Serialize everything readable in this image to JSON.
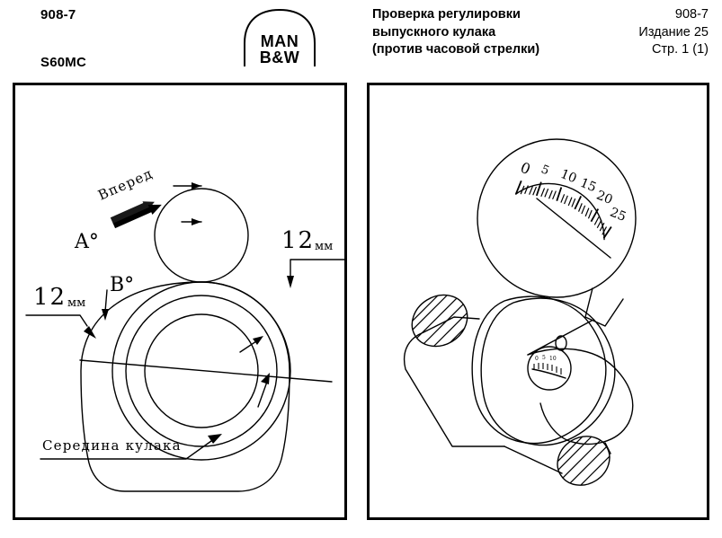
{
  "header": {
    "doc_number_left": "908-7",
    "engine_model": "S60MC",
    "logo": {
      "line1": "MAN",
      "line2": "B&W",
      "name": "man-bw-logo"
    },
    "title_lines": [
      "Проверка регулировки",
      "выпускного кулака",
      "(против часовой стрелки)"
    ],
    "meta_lines": [
      "908-7",
      "Издание 25",
      "Стр. 1 (1)"
    ]
  },
  "figures": [
    {
      "name": "cam-angle-diagram",
      "labels": {
        "direction": "Вперед",
        "angle_a": "A°",
        "angle_b": "B°",
        "dim_right_value": "12",
        "dim_right_unit": "мм",
        "dim_left_value": "12",
        "dim_left_unit": "мм",
        "cam_centre": "Середина кулака"
      }
    },
    {
      "name": "dial-gauge-cam-diagram",
      "dial": {
        "scale_labels": [
          "0",
          "5",
          "10",
          "15",
          "20",
          "25"
        ],
        "major_ticks": 6,
        "minor_ticks_per_major": 5
      }
    }
  ],
  "colors": {
    "ink": "#000000",
    "paper": "#ffffff"
  }
}
